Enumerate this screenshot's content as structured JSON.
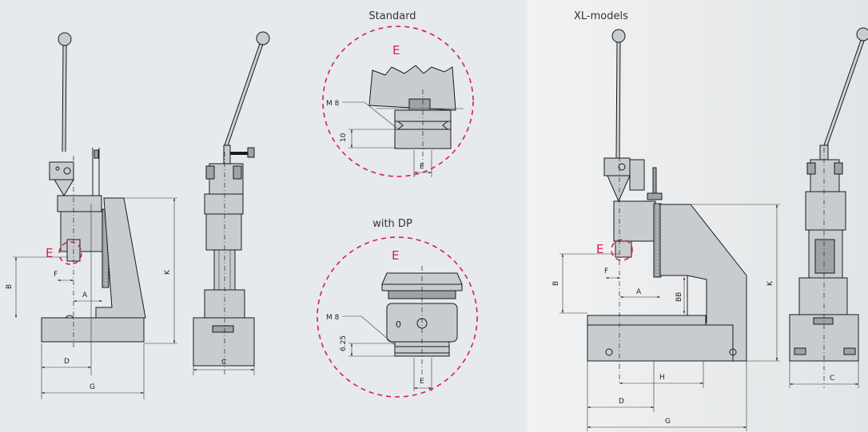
{
  "captions": {
    "standard": "Standard",
    "with_dp": "with DP",
    "xl_models": "XL-models"
  },
  "detail_marker": "E",
  "thread": {
    "standard": "M 8",
    "dp": "M 8"
  },
  "depth": {
    "standard": "10",
    "dp": "6.25"
  },
  "dp_indicator": "0",
  "dimensions": {
    "A": "A",
    "B": "B",
    "BB": "BB",
    "C": "C",
    "D": "D",
    "E": "E",
    "F": "F",
    "G": "G",
    "H": "H",
    "K": "K"
  },
  "colors": {
    "accent": "#d6204e",
    "background": "#e9ecee",
    "line": "#1a1a1a"
  }
}
